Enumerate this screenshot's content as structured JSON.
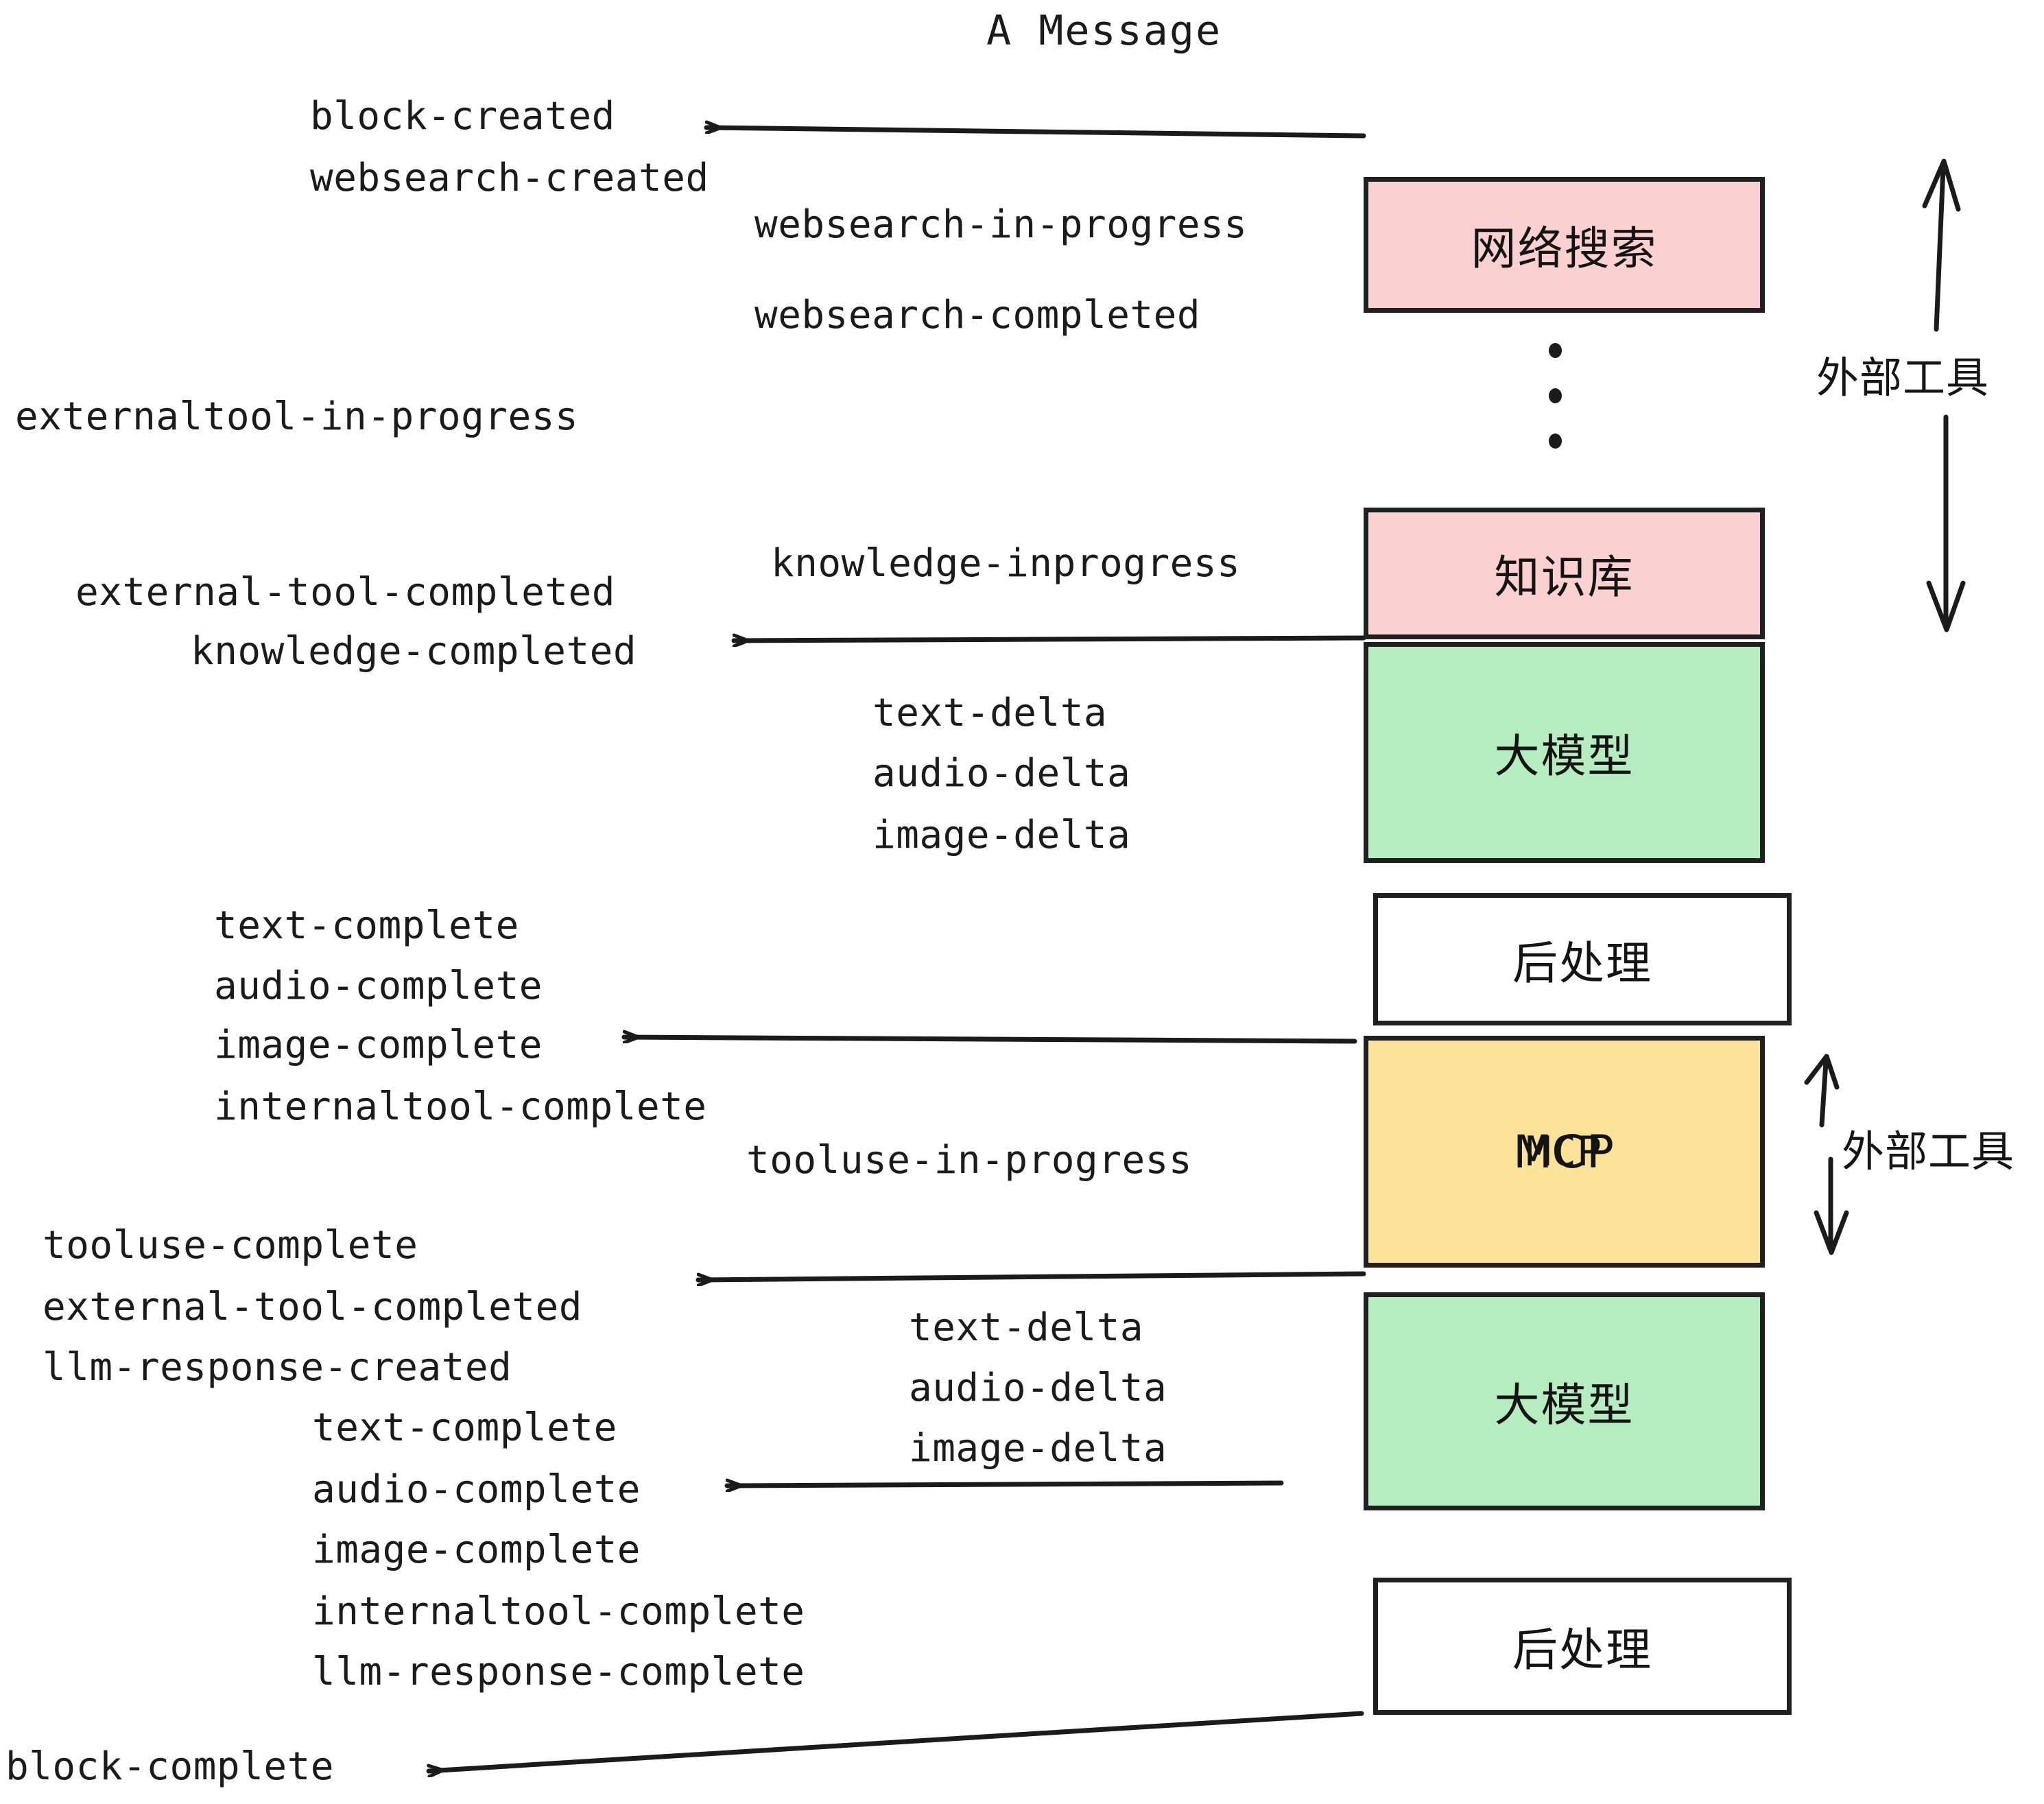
{
  "title": "A Message",
  "colors": {
    "pink": "#fad1d0",
    "green": "#b5edc0",
    "yellow": "#fae398",
    "white": "#ffffff",
    "stroke": "#202020",
    "text": "#1b1b1b"
  },
  "nodes": [
    {
      "id": "websearch",
      "label": "网络搜索",
      "fill": "pink",
      "script": "han"
    },
    {
      "id": "knowledge",
      "label": "知识库",
      "fill": "pink",
      "script": "han"
    },
    {
      "id": "llm-top",
      "label": "大模型",
      "fill": "green",
      "script": "han"
    },
    {
      "id": "post-top",
      "label": "后处理",
      "fill": "white",
      "script": "han"
    },
    {
      "id": "mcp",
      "label": "MCP",
      "fill": "yellow",
      "script": "latin"
    },
    {
      "id": "llm-bottom",
      "label": "大模型",
      "fill": "green",
      "script": "han"
    },
    {
      "id": "post-bottom",
      "label": "后处理",
      "fill": "white",
      "script": "han"
    }
  ],
  "side_labels": [
    {
      "id": "external-tools-upper",
      "text": "外部工具"
    },
    {
      "id": "external-tools-lower",
      "text": "外部工具"
    }
  ],
  "events": [
    {
      "id": "block-created",
      "text": "block-created"
    },
    {
      "id": "websearch-created",
      "text": "websearch-created"
    },
    {
      "id": "websearch-in-progress",
      "text": "websearch-in-progress"
    },
    {
      "id": "websearch-completed",
      "text": "websearch-completed"
    },
    {
      "id": "externaltool-in-progress",
      "text": "externaltool-in-progress"
    },
    {
      "id": "knowledge-inprogress",
      "text": "knowledge-inprogress"
    },
    {
      "id": "external-tool-completed-1",
      "text": "external-tool-completed"
    },
    {
      "id": "knowledge-completed",
      "text": "knowledge-completed"
    },
    {
      "id": "text-delta-1",
      "text": "text-delta"
    },
    {
      "id": "audio-delta-1",
      "text": "audio-delta"
    },
    {
      "id": "image-delta-1",
      "text": "image-delta"
    },
    {
      "id": "text-complete-1",
      "text": "text-complete"
    },
    {
      "id": "audio-complete-1",
      "text": "audio-complete"
    },
    {
      "id": "image-complete-1",
      "text": "image-complete"
    },
    {
      "id": "internaltool-complete-1",
      "text": "internaltool-complete"
    },
    {
      "id": "tooluse-in-progress",
      "text": "tooluse-in-progress"
    },
    {
      "id": "tooluse-complete",
      "text": "tooluse-complete"
    },
    {
      "id": "external-tool-completed-2",
      "text": "external-tool-completed"
    },
    {
      "id": "llm-response-created",
      "text": "llm-response-created"
    },
    {
      "id": "text-delta-2",
      "text": "text-delta"
    },
    {
      "id": "audio-delta-2",
      "text": "audio-delta"
    },
    {
      "id": "image-delta-2",
      "text": "image-delta"
    },
    {
      "id": "text-complete-2",
      "text": "text-complete"
    },
    {
      "id": "audio-complete-2",
      "text": "audio-complete"
    },
    {
      "id": "image-complete-2",
      "text": "image-complete"
    },
    {
      "id": "internaltool-complete-2",
      "text": "internaltool-complete"
    },
    {
      "id": "llm-response-complete",
      "text": "llm-response-complete"
    },
    {
      "id": "block-complete",
      "text": "block-complete"
    }
  ],
  "ellipsis": {
    "id": "vertical-ellipsis",
    "dots": 3
  }
}
